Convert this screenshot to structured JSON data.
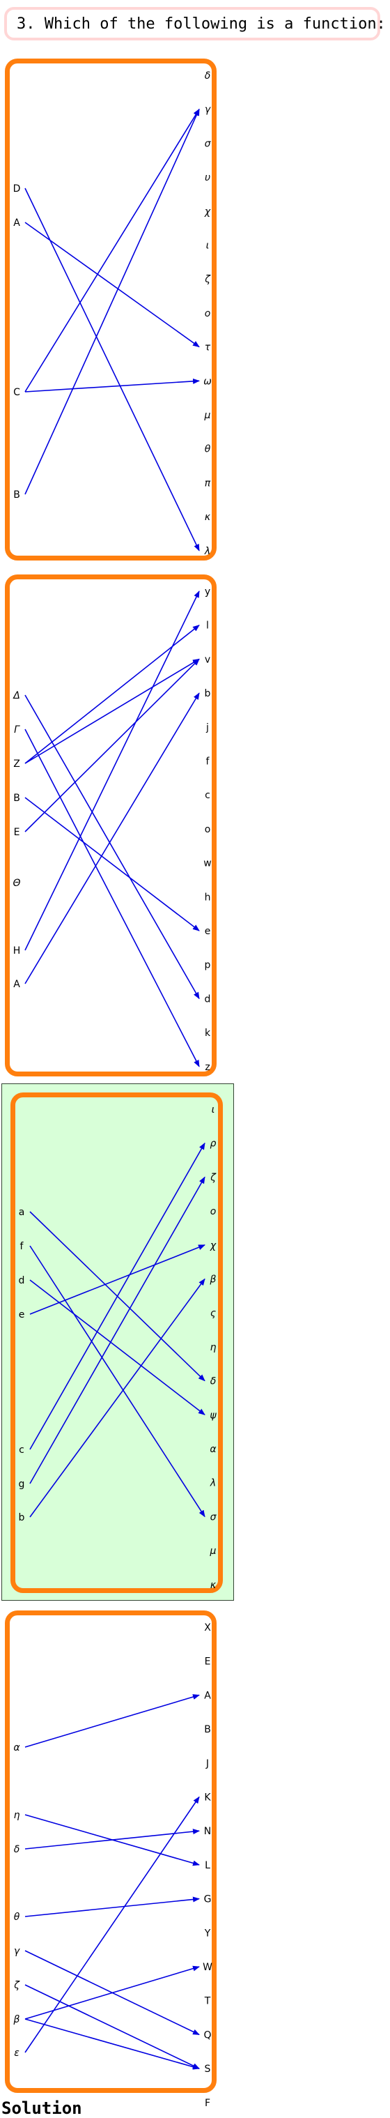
{
  "question": {
    "text": "3. Which of the following is a function:"
  },
  "solution_label": "Solution",
  "colors": {
    "arrow": "#0000e0",
    "box_border": "#ff7f0e",
    "correct_bg": "#d8ffd8"
  },
  "options": [
    {
      "correct": false,
      "domain": [
        "D",
        "A",
        "C",
        "B"
      ],
      "codomain": [
        "δ",
        "γ",
        "σ",
        "υ",
        "χ",
        "ι",
        "ζ",
        "ο",
        "τ",
        "ω",
        "μ",
        "θ",
        "π",
        "κ",
        "λ"
      ],
      "mappings": [
        [
          "D",
          "λ"
        ],
        [
          "A",
          "τ"
        ],
        [
          "C",
          "γ"
        ],
        [
          "C",
          "ω"
        ],
        [
          "B",
          "γ"
        ]
      ]
    },
    {
      "correct": false,
      "domain": [
        "Δ",
        "Γ",
        "Z",
        "B",
        "E",
        "Θ",
        "H",
        "A"
      ],
      "codomain": [
        "y",
        "l",
        "v",
        "b",
        "j",
        "f",
        "c",
        "o",
        "w",
        "h",
        "e",
        "p",
        "d",
        "k",
        "z"
      ],
      "mappings": [
        [
          "Δ",
          "d"
        ],
        [
          "Γ",
          "z"
        ],
        [
          "Z",
          "l"
        ],
        [
          "Z",
          "v"
        ],
        [
          "B",
          "e"
        ],
        [
          "E",
          "v"
        ],
        [
          "H",
          "y"
        ],
        [
          "A",
          "b"
        ]
      ]
    },
    {
      "correct": true,
      "domain": [
        "a",
        "f",
        "d",
        "e",
        "c",
        "g",
        "b"
      ],
      "codomain": [
        "ι",
        "ρ",
        "ζ",
        "ο",
        "χ",
        "β",
        "ς",
        "η",
        "δ",
        "ψ",
        "α",
        "λ",
        "σ",
        "μ",
        "κ"
      ],
      "mappings": [
        [
          "a",
          "δ"
        ],
        [
          "f",
          "σ"
        ],
        [
          "d",
          "ψ"
        ],
        [
          "e",
          "χ"
        ],
        [
          "c",
          "ρ"
        ],
        [
          "g",
          "ζ"
        ],
        [
          "b",
          "β"
        ]
      ]
    },
    {
      "correct": false,
      "domain": [
        "α",
        "η",
        "δ",
        "θ",
        "γ",
        "ζ",
        "β",
        "ε"
      ],
      "codomain": [
        "X",
        "E",
        "A",
        "B",
        "J",
        "K",
        "N",
        "L",
        "G",
        "Y",
        "W",
        "T",
        "Q",
        "S",
        "F"
      ],
      "mappings": [
        [
          "α",
          "A"
        ],
        [
          "η",
          "L"
        ],
        [
          "δ",
          "N"
        ],
        [
          "θ",
          "G"
        ],
        [
          "γ",
          "Q"
        ],
        [
          "ζ",
          "S"
        ],
        [
          "β",
          "W"
        ],
        [
          "β",
          "S"
        ],
        [
          "ε",
          "K"
        ]
      ]
    }
  ]
}
